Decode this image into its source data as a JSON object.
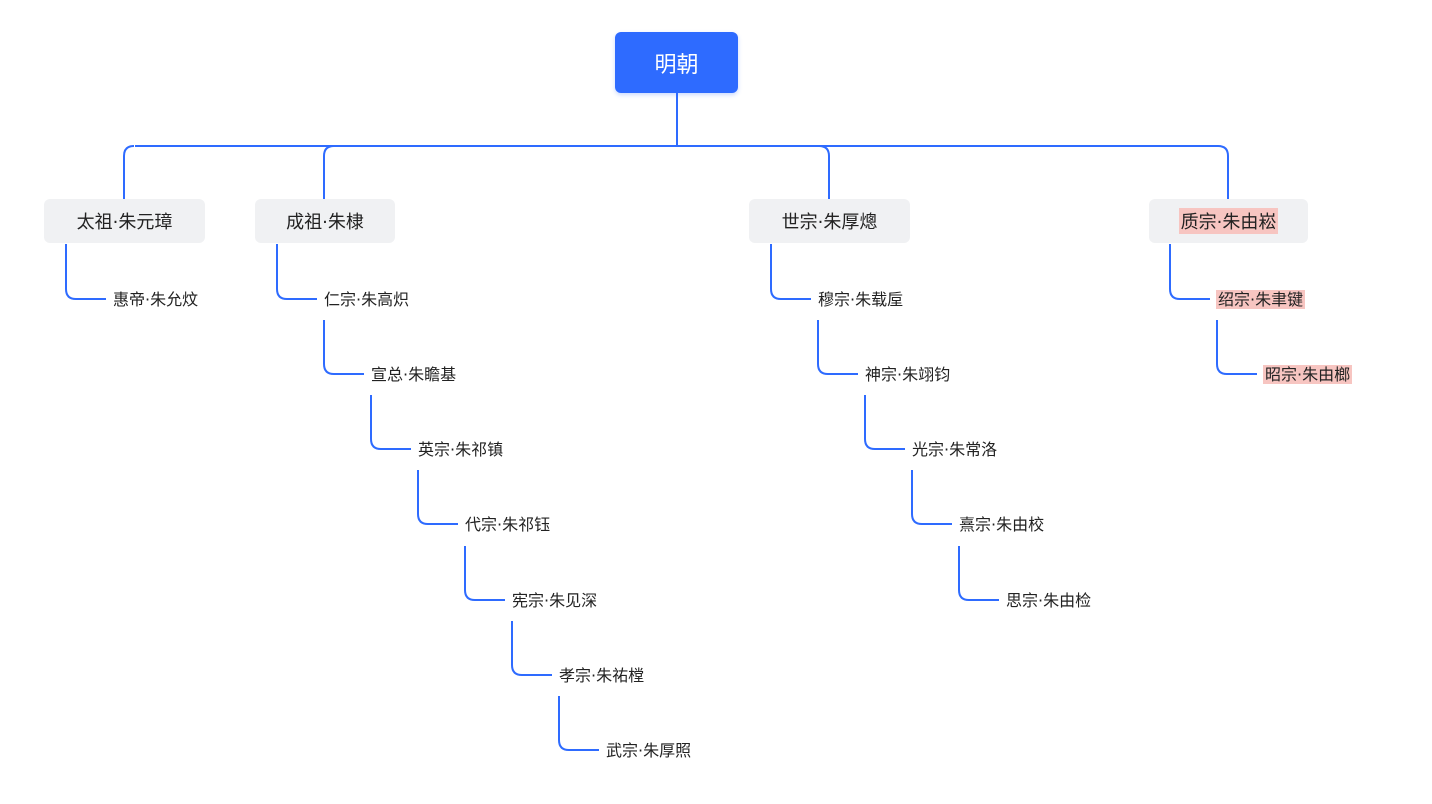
{
  "root": {
    "label": "明朝"
  },
  "colors": {
    "root_bg": "#2e6bff",
    "link": "#2e6bff",
    "main_bg": "#f0f1f3",
    "highlight": "#f7c5c1"
  },
  "branches": [
    {
      "label": "太祖·朱元璋",
      "highlight": false,
      "children": [
        {
          "label": "惠帝·朱允炆",
          "highlight": false
        }
      ]
    },
    {
      "label": "成祖·朱棣",
      "highlight": false,
      "children": [
        {
          "label": "仁宗·朱高炽",
          "highlight": false
        },
        {
          "label": "宣总·朱瞻基",
          "highlight": false
        },
        {
          "label": "英宗·朱祁镇",
          "highlight": false
        },
        {
          "label": "代宗·朱祁钰",
          "highlight": false
        },
        {
          "label": "宪宗·朱见深",
          "highlight": false
        },
        {
          "label": "孝宗·朱祐樘",
          "highlight": false
        },
        {
          "label": "武宗·朱厚照",
          "highlight": false
        }
      ]
    },
    {
      "label": "世宗·朱厚熜",
      "highlight": false,
      "children": [
        {
          "label": "穆宗·朱载垕",
          "highlight": false
        },
        {
          "label": "神宗·朱翊钧",
          "highlight": false
        },
        {
          "label": "光宗·朱常洛",
          "highlight": false
        },
        {
          "label": "熹宗·朱由校",
          "highlight": false
        },
        {
          "label": "思宗·朱由检",
          "highlight": false
        }
      ]
    },
    {
      "label": "质宗·朱由崧",
      "highlight": true,
      "children": [
        {
          "label": "绍宗·朱聿键",
          "highlight": true
        },
        {
          "label": "昭宗·朱由榔",
          "highlight": true
        }
      ]
    }
  ]
}
